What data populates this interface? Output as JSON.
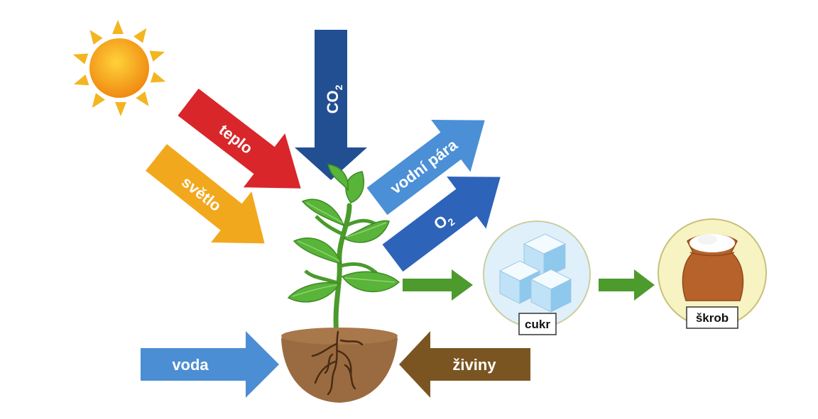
{
  "diagram": {
    "inputs": {
      "heat": "teplo",
      "light": "světlo",
      "carbon_dioxide": {
        "base": "CO",
        "sub": "2"
      },
      "water": "voda",
      "nutrients": "živiny"
    },
    "outputs": {
      "water_vapor": "vodní pára",
      "oxygen": {
        "base": "O",
        "sub": "2"
      }
    },
    "products": {
      "sugar": "cukr",
      "starch": "škrob"
    }
  },
  "colors": {
    "heat_arrow": "#d8262b",
    "light_arrow": "#f2a81d",
    "co2_arrow": "#214f92",
    "water_vapor_arrow": "#4b8fd6",
    "oxygen_arrow": "#2d63b8",
    "water_arrow": "#4c8ed3",
    "nutrients_arrow": "#7a5521",
    "product_arrow": "#4d9a2d",
    "sugar_circle": "#dff0fb",
    "starch_circle": "#f7f3c3",
    "leaf": "#59b43a",
    "soil": "#9a6b41"
  },
  "icons": [
    "sun-icon",
    "plant-icon",
    "sugar-cubes-icon",
    "starch-sack-icon"
  ]
}
